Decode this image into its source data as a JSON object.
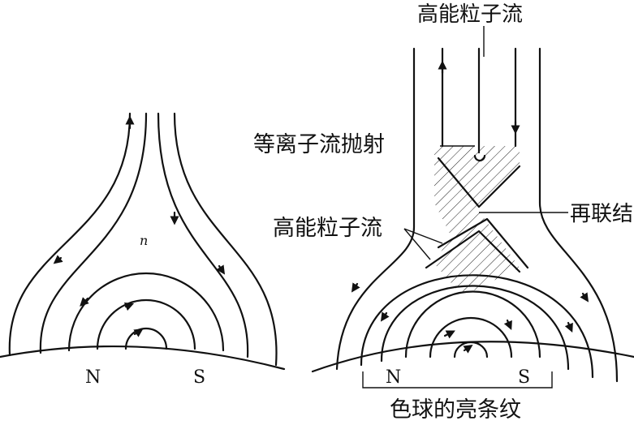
{
  "left_diagram": {
    "pole_north": "N",
    "pole_south": "S",
    "field_label": "n"
  },
  "right_diagram": {
    "pole_north": "N",
    "pole_south": "S",
    "label_top": "高能粒子流",
    "label_plasma_ejection": "等离子流抛射",
    "label_reconnection": "再联结",
    "label_particles_lower": "高能粒子流",
    "label_bottom": "色球的亮条纹"
  }
}
